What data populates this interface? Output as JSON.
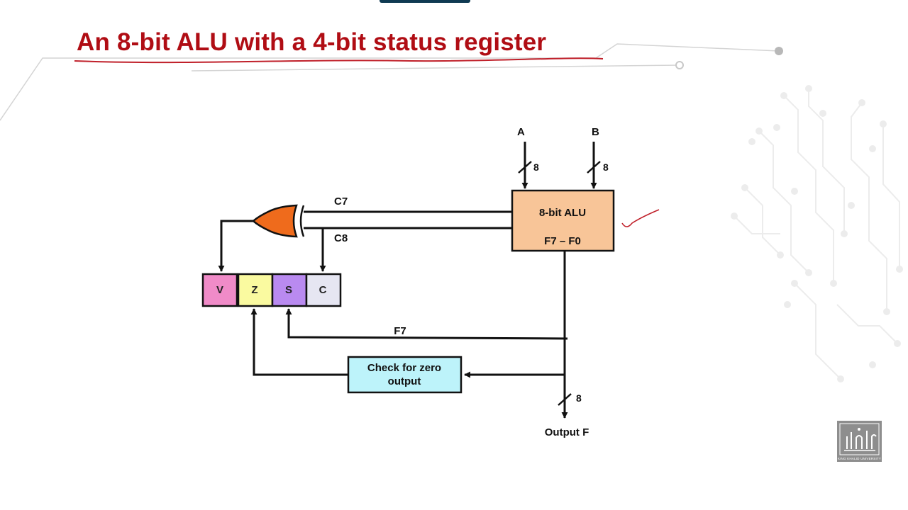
{
  "slide": {
    "title": "An 8-bit ALU with a 4-bit status register"
  },
  "diagram": {
    "inputs": {
      "a_label": "A",
      "b_label": "B",
      "a_width": "8",
      "b_width": "8"
    },
    "alu": {
      "name": "8-bit ALU",
      "outputs": "F7 – F0",
      "fill": "#f8c598"
    },
    "signals": {
      "c7": "C7",
      "c8": "C8",
      "f7": "F7",
      "output_width": "8",
      "output_label": "Output F"
    },
    "xor_gate": {
      "fill": "#ef6b1c"
    },
    "status_register": [
      {
        "label": "V",
        "color": "#f08bc8"
      },
      {
        "label": "Z",
        "color": "#fafaa0"
      },
      {
        "label": "S",
        "color": "#b98af0"
      },
      {
        "label": "C",
        "color": "#e6e6f2"
      }
    ],
    "zero_check": {
      "line1": "Check for zero",
      "line2": "output",
      "fill": "#bdf3fa"
    }
  },
  "logo": {
    "caption": "KING KHALID UNIVERSITY",
    "icon": "university-logo-icon"
  }
}
